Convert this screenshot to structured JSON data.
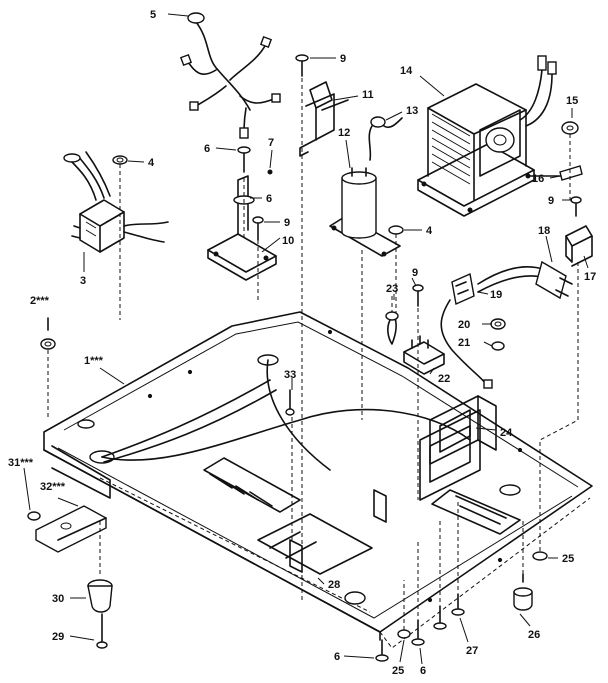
{
  "callouts": {
    "c1": "1***",
    "c2": "2***",
    "c3": "3",
    "c4a": "4",
    "c4b": "4",
    "c5": "5",
    "c6a": "6",
    "c6b": "6",
    "c6c": "6",
    "c6d": "6",
    "c7": "7",
    "c9a": "9",
    "c9b": "9",
    "c9c": "9",
    "c9d": "9",
    "c10": "10",
    "c11": "11",
    "c12": "12",
    "c13": "13",
    "c14": "14",
    "c15": "15",
    "c16": "16",
    "c17": "17",
    "c18": "18",
    "c19": "19",
    "c20": "20",
    "c21": "21",
    "c22": "22",
    "c23": "23",
    "c24": "24",
    "c25a": "25",
    "c25b": "25",
    "c26": "26",
    "c27": "27",
    "c28": "28",
    "c29": "29",
    "c30": "30",
    "c31": "31***",
    "c32": "32***",
    "c33": "33"
  }
}
